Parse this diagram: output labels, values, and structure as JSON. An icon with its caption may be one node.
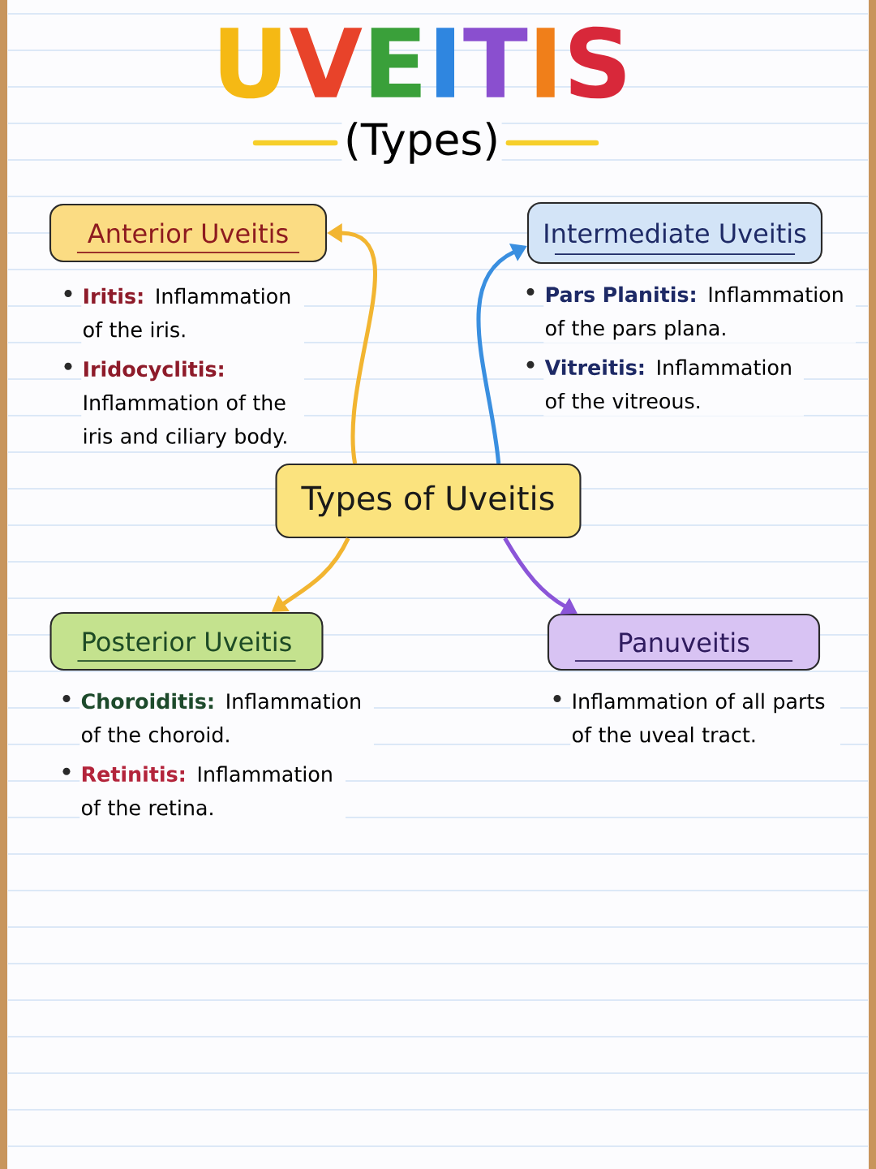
{
  "diagram": {
    "title": "UVEITIS",
    "nodes": [
      {
        "text": [
          "Anterior Uveitis",
          "**Iritis:** Inflammation of the iris.",
          "**Iridocyclitis:** Inflammation of the iris and ciliary body."
        ]
      },
      {
        "text": [
          "Intermediate Uveitis",
          "**Pars Planitis:** Inflammation of the pars plana.",
          "**Vitreitis:** Inflammation of the vitreous."
        ]
      },
      {
        "text": [
          "Types of Uveitis"
        ]
      },
      {
        "text": [
          "Posterior Uveitis",
          "**Choroiditis:** Inflammation of the choroid.",
          "**Retinitis:** Inflammation of the retina."
        ]
      },
      {
        "text": [
          "Panuveitis",
          "Inflammation of all parts of the uveal tract."
        ]
      }
    ],
    "edges": [
      {
        "from": 2,
        "to": 0,
        "arrow": "to"
      },
      {
        "from": 2,
        "to": 1,
        "arrow": "to",
        "color": "#3a8fe0"
      },
      {
        "from": 2,
        "to": 3,
        "arrow": "to"
      },
      {
        "from": 2,
        "to": 4,
        "arrow": "to",
        "color": "#8b55d8"
      }
    ],
    "labels": [
      "(Types)"
    ]
  }
}
